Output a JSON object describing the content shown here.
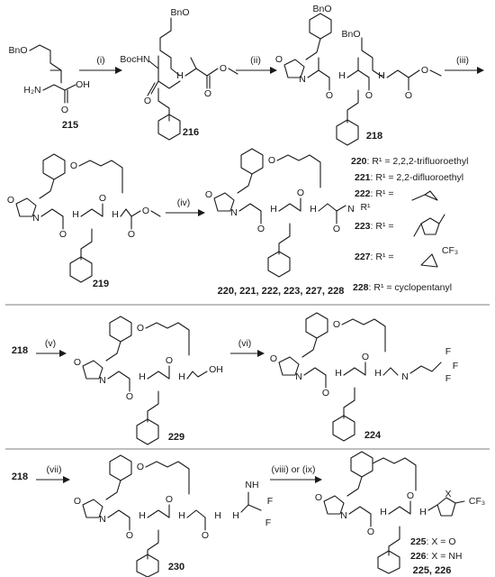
{
  "atoms": {
    "bno": "BnO",
    "bn_o": "BnO",
    "h2n": "H₂N",
    "oh": "OH",
    "o": "O",
    "n": "N",
    "nh": "NH",
    "h": "H",
    "boc_nh": "BocHN",
    "r1": "R¹",
    "f": "F",
    "cf3": "CF₃",
    "x": "X",
    "imino": "NH"
  },
  "compounds": {
    "c215": "215",
    "c216": "216",
    "c218": "218",
    "c219": "219",
    "c_series1": "220, 221, 222, 223, 227, 228",
    "c218_row2": "218",
    "c229": "229",
    "c224": "224",
    "c218_row3": "218",
    "c230": "230",
    "c_series2": "225, 226"
  },
  "steps": {
    "s1": "(i)",
    "s2": "(ii)",
    "s3": "(iii)",
    "s4": "(iv)",
    "s5": "(v)",
    "s6": "(vi)",
    "s7": "(vii)",
    "s8": "(viii) or (ix)"
  },
  "r_groups": [
    {
      "num": "220",
      "text": ": R¹ = 2,2,2-trifluoroethyl"
    },
    {
      "num": "221",
      "text": ": R¹ = 2,2-difluoroethyl"
    },
    {
      "num": "222",
      "text": ": R¹ ="
    },
    {
      "num": "223",
      "text": ": R¹ ="
    },
    {
      "num": "227",
      "text": ": R¹ ="
    },
    {
      "num": "228",
      "text": ": R¹ = cyclopentanyl"
    }
  ],
  "x_groups": [
    {
      "num": "225",
      "text": ": X = O"
    },
    {
      "num": "226",
      "text": ": X = NH"
    }
  ]
}
